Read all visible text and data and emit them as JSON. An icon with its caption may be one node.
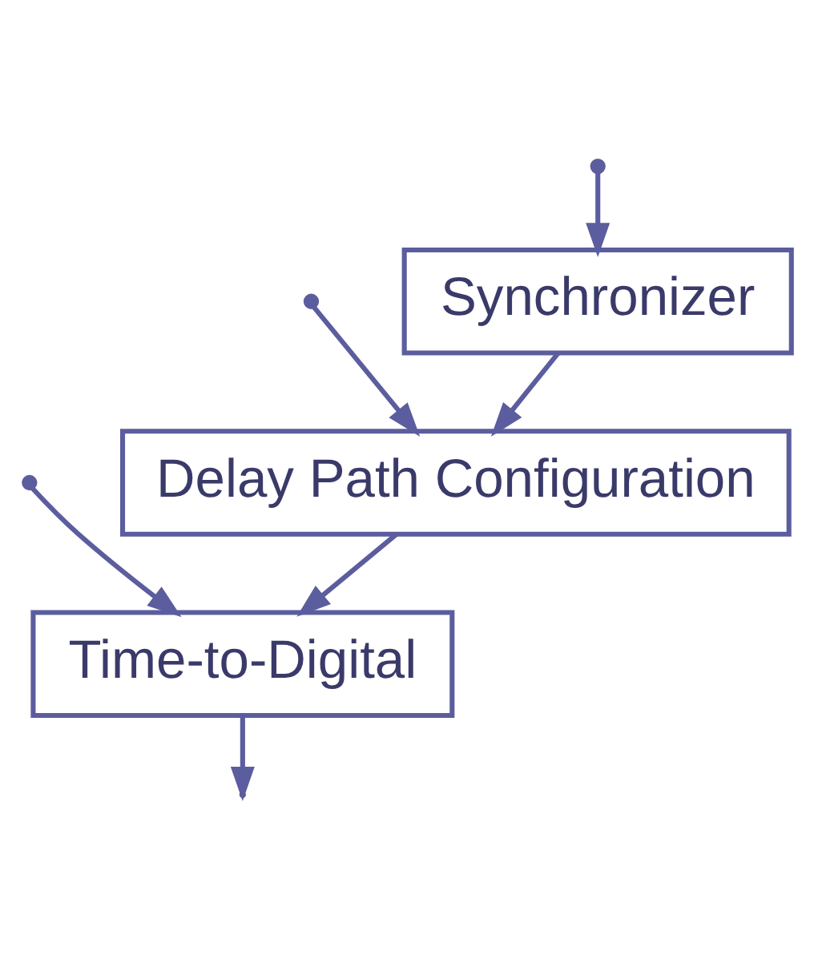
{
  "diagram": {
    "nodes": [
      {
        "text": [
          "Synchronizer"
        ]
      },
      {
        "text": [
          "Delay Path Configuration"
        ]
      },
      {
        "text": [
          "Time-to-Digital"
        ]
      }
    ],
    "edges": [
      {
        "from": null,
        "to": 0,
        "arrow": "to"
      },
      {
        "from": null,
        "to": 1,
        "arrow": "to"
      },
      {
        "from": null,
        "to": 2,
        "arrow": "to"
      },
      {
        "from": 0,
        "to": 1,
        "arrow": "to"
      },
      {
        "from": 1,
        "to": 2,
        "arrow": "to"
      },
      {
        "from": 2,
        "to": null,
        "arrow": "to"
      }
    ]
  }
}
